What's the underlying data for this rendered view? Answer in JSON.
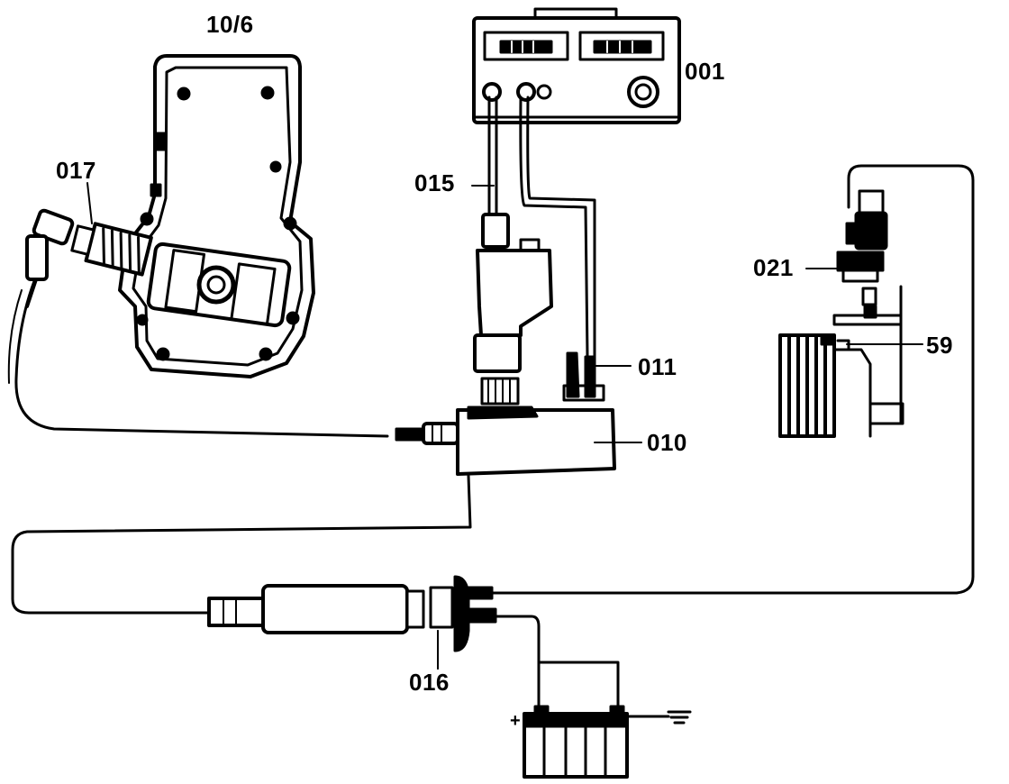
{
  "labels": {
    "engine_housing": "10/6",
    "tester": "001",
    "sensor_017": "017",
    "cable_015": "015",
    "cable_011": "011",
    "adapter_010": "010",
    "sensor_021": "021",
    "ref_59": "59",
    "connector_016": "016"
  },
  "battery": {
    "plus": "+",
    "ground": "="
  }
}
